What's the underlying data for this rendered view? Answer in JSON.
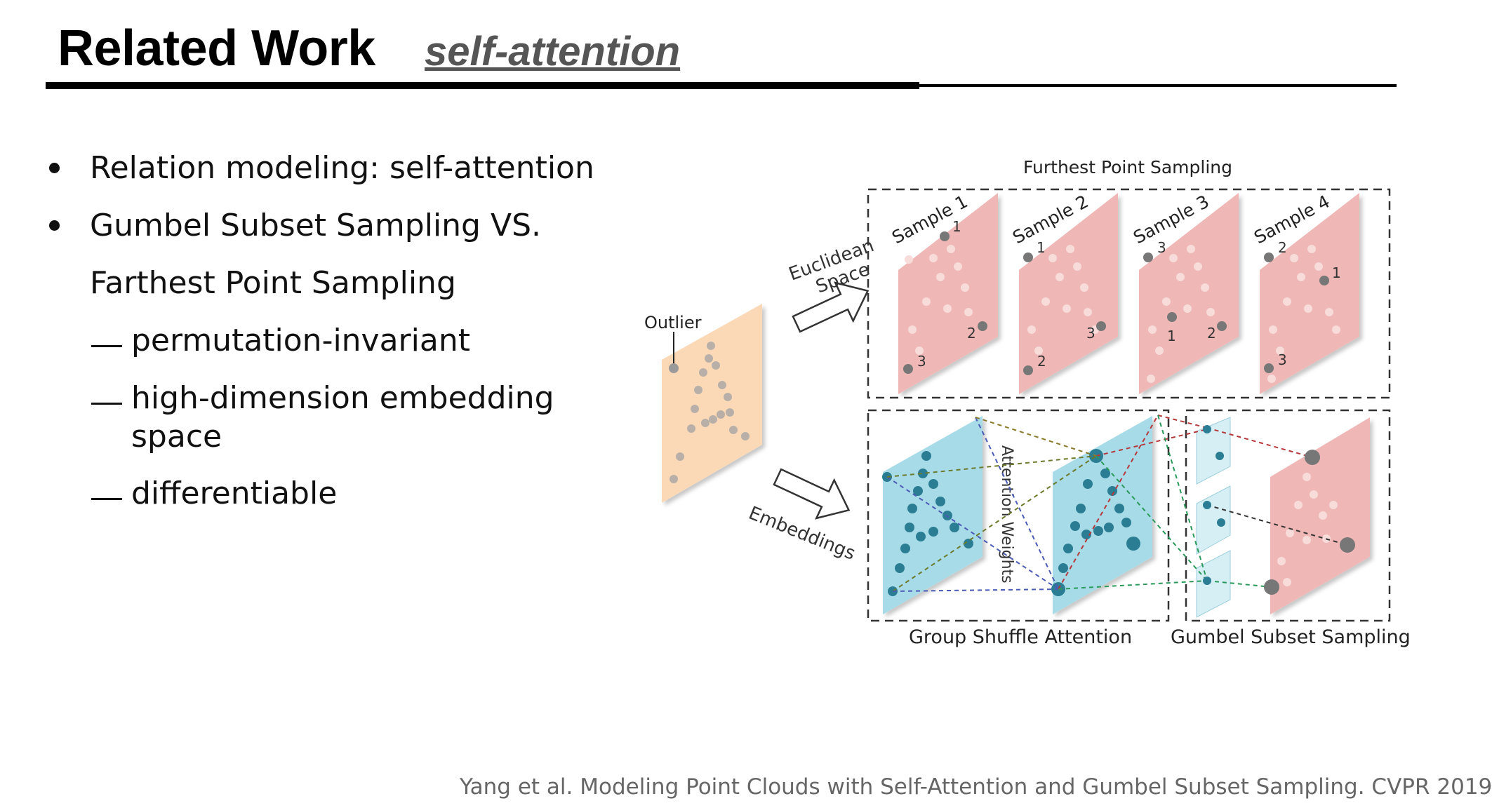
{
  "header": {
    "title": "Related Work",
    "subtitle": "self-attention"
  },
  "bullets": {
    "b1": "Relation modeling: self-attention",
    "b2_line1": "Gumbel Subset Sampling VS.",
    "b2_line2": "Farthest  Point Sampling",
    "sub1": "permutation-invariant",
    "sub2_line1": "high-dimension embedding",
    "sub2_line2": "space",
    "sub3": "differentiable"
  },
  "figure": {
    "outlier": "Outlier",
    "euclidean_line1": "Euclidean",
    "euclidean_line2": "Space",
    "embeddings": "Embeddings",
    "fps_title": "Furthest Point Sampling",
    "samples": [
      "Sample 1",
      "Sample 2",
      "Sample 3",
      "Sample 4"
    ],
    "attention_weights": "Attention Weights",
    "gsa_caption": "Group Shuffle Attention",
    "gss_caption": "Gumbel Subset Sampling",
    "num1": "1",
    "num2": "2",
    "num3": "3",
    "colors": {
      "orange_panel": "#fbd9b6",
      "pink_panel": "#efb7b5",
      "blue_panel": "#a8dbe8",
      "blue_point": "#2a7d93",
      "gray_point": "#8a8a8a"
    }
  },
  "footer": {
    "citation": "Yang et al. Modeling Point Clouds with Self-Attention and Gumbel Subset Sampling. CVPR 2019"
  }
}
